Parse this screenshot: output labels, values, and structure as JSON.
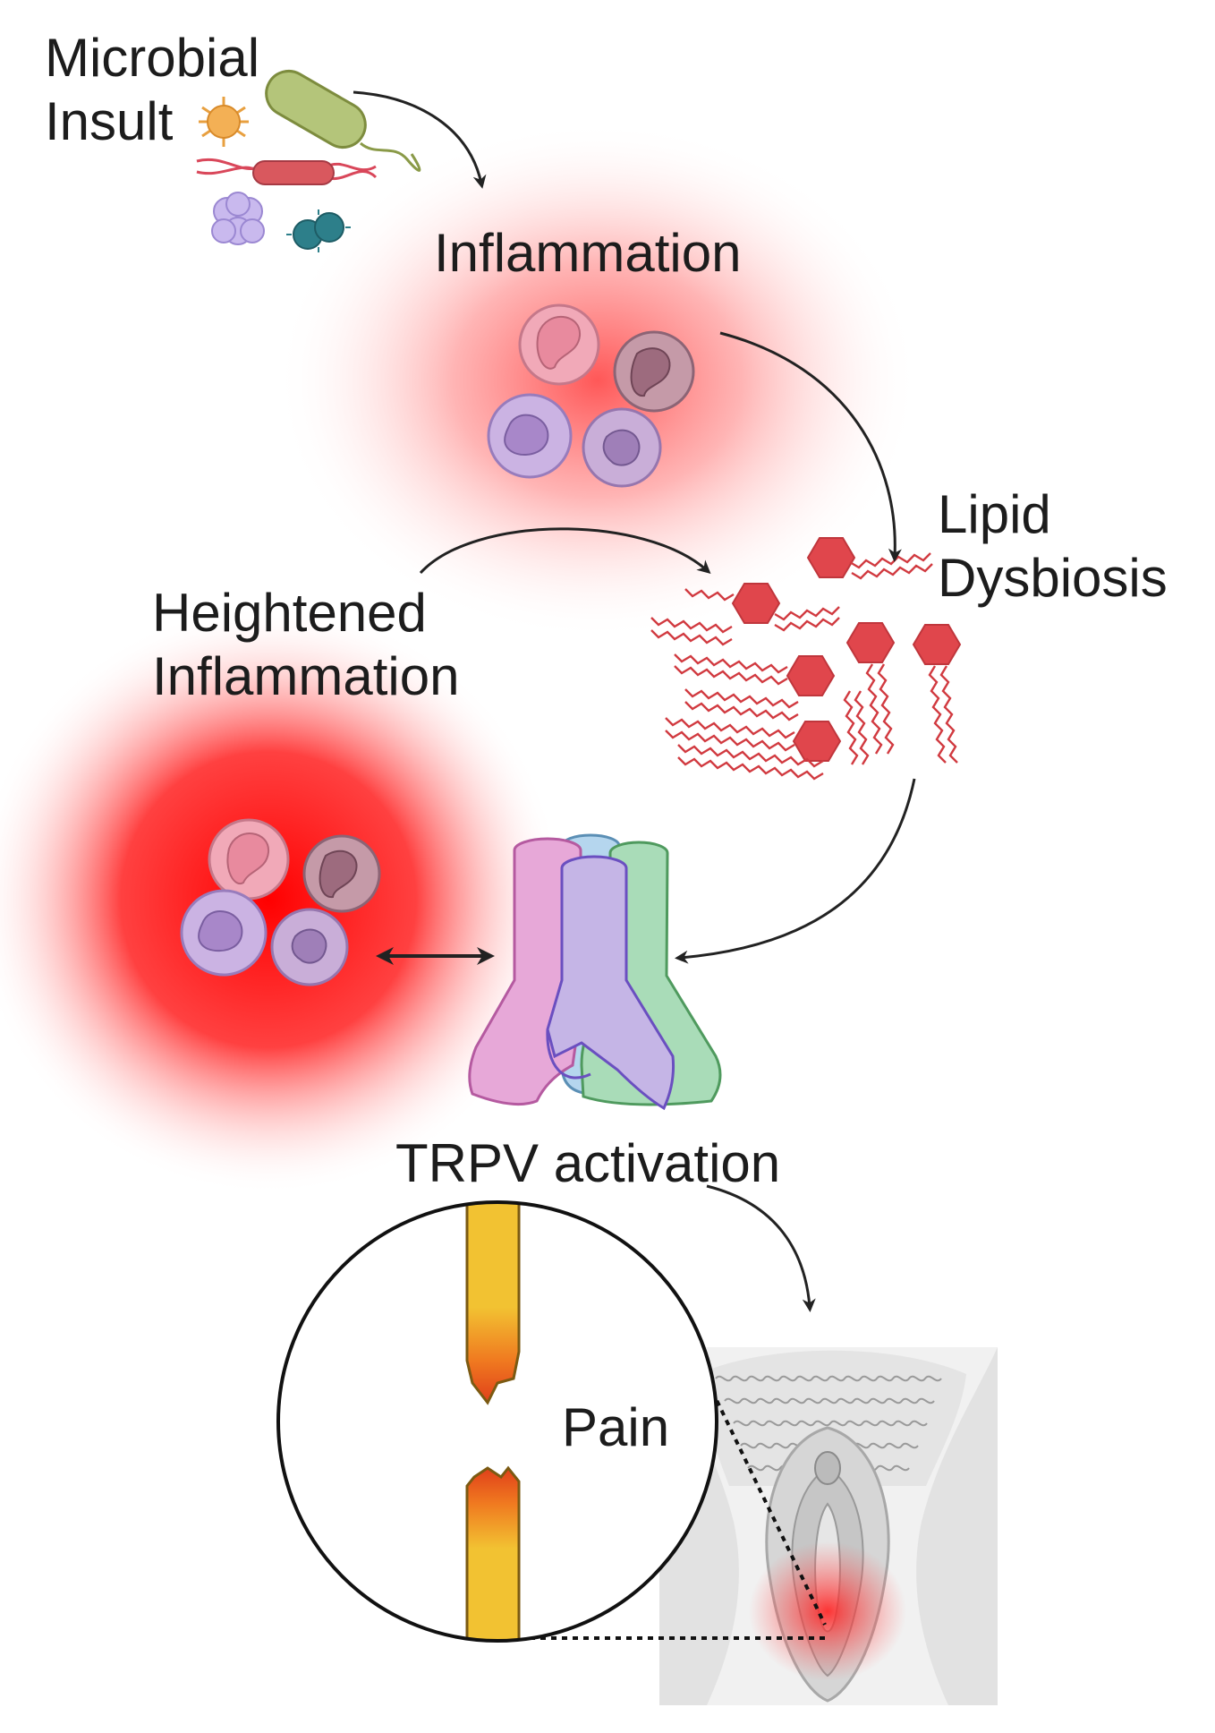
{
  "labels": {
    "microbial_insult": "Microbial\nInsult",
    "inflammation": "Inflammation",
    "lipid_dysbiosis": "Lipid\nDysbiosis",
    "heightened_inflammation": "Heightened\nInflammation",
    "trpv_activation": "TRPV activation",
    "pain": "Pain"
  },
  "colors": {
    "text": "#1c1c1c",
    "arrow": "#222222",
    "inflammation_glow": "#ff3a3a",
    "lipid": "#e0464c",
    "trpv_subunits": [
      "#e7a8d8",
      "#c5b5e6",
      "#a9dcb8",
      "#b5d6ee"
    ],
    "nerve": "#f2c232",
    "nerve_damage": "#e8461b"
  },
  "icons": [
    "bacteria-icon",
    "immune-cell-icon",
    "lipid-icon",
    "trpv-channel-icon",
    "nerve-icon",
    "vulva-icon"
  ]
}
